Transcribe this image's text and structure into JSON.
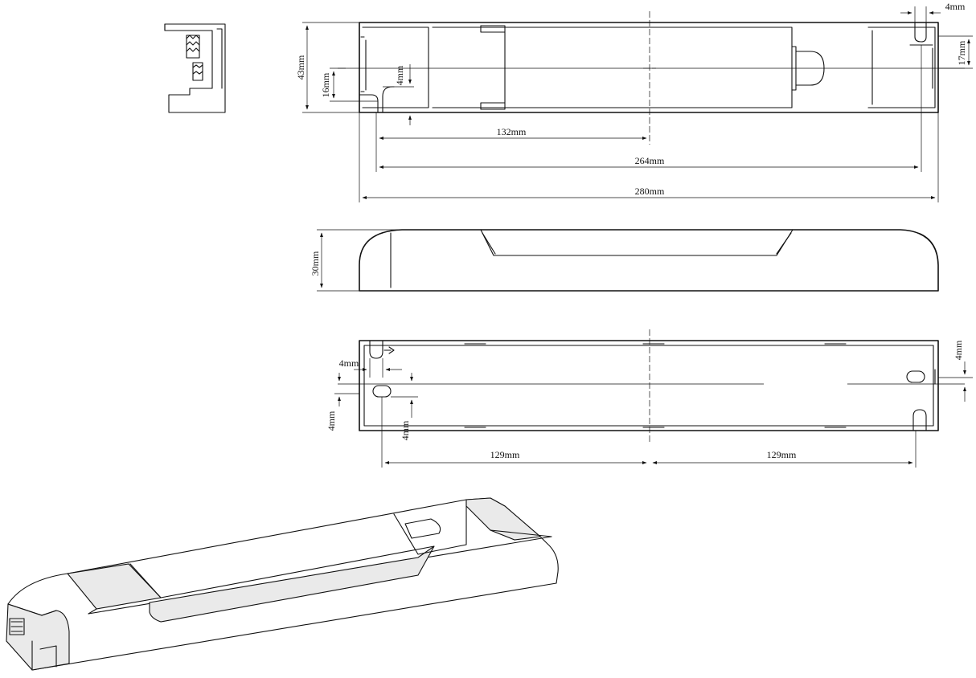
{
  "top_view": {
    "height_label": "43mm",
    "clip_height_label": "16mm",
    "slot_label": "4mm",
    "width_half_label": "132mm",
    "hole_span_label": "264mm",
    "length_label": "280mm",
    "slot_width_label": "4mm",
    "right_offset_label": "17mm"
  },
  "side_view": {
    "height_label": "30mm"
  },
  "bottom_view": {
    "slot_width_label": "4mm",
    "slot_offset_label": "4mm",
    "left_height_label": "4mm",
    "right_height_label": "4mm",
    "left_span_label": "129mm",
    "right_span_label": "129mm"
  },
  "colors": {
    "line": "#111111",
    "background": "#ffffff",
    "shade": "#eaeaea"
  }
}
